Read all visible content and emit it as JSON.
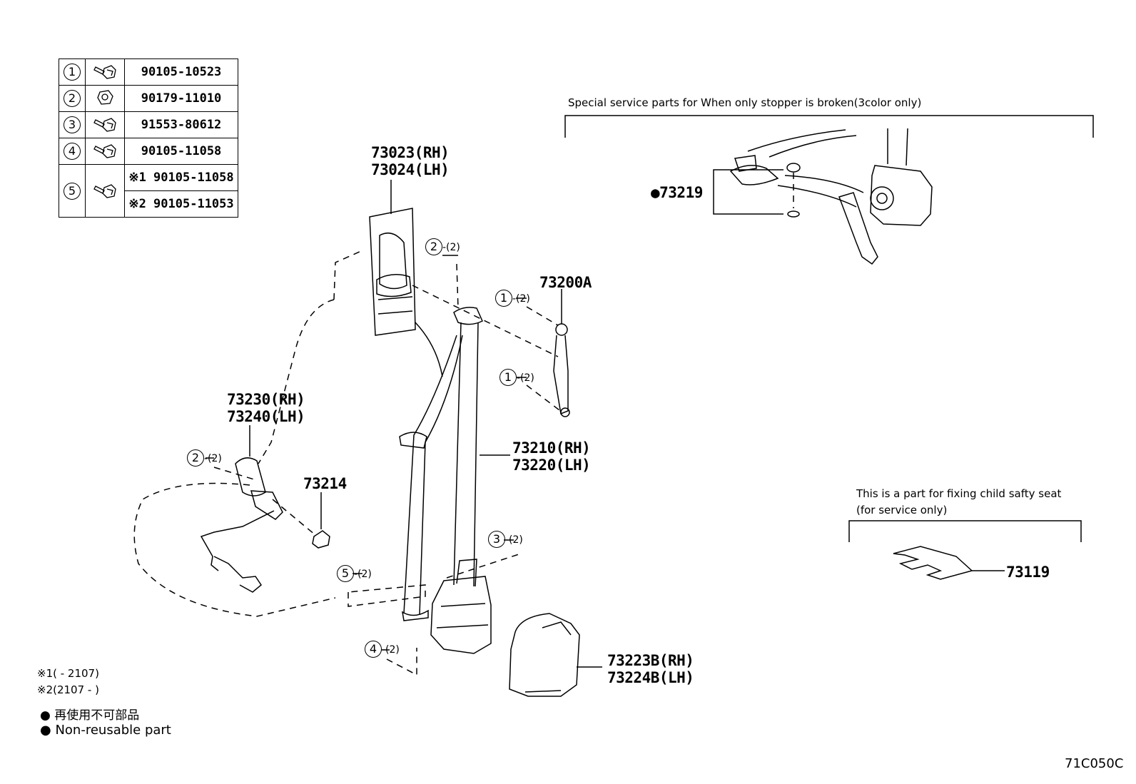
{
  "legend": {
    "rows": [
      {
        "num": "1",
        "part": "90105-10523"
      },
      {
        "num": "2",
        "part": "90179-11010"
      },
      {
        "num": "3",
        "part": "91553-80612"
      },
      {
        "num": "4",
        "part": "90105-11058"
      },
      {
        "num": "5",
        "part_a": "※1 90105-11058",
        "part_b": "※2 90105-11053"
      }
    ]
  },
  "parts": {
    "p73023": "73023(RH)",
    "p73024": "73024(LH)",
    "p73200a": "73200A",
    "p73230": "73230(RH)",
    "p73240": "73240(LH)",
    "p73214": "73214",
    "p73210": "73210(RH)",
    "p73220": "73220(LH)",
    "p73223b": "73223B(RH)",
    "p73224b": "73224B(LH)",
    "p73219": "●73219",
    "p73119": "73119"
  },
  "qty": {
    "q2_top": "2",
    "q2_top_count": "-(2)",
    "q1_a": "1",
    "q1_a_count": "-(2)",
    "q1_b": "1",
    "q1_b_count": "-(2)",
    "q2_left": "2",
    "q2_left_count": "-(2)",
    "q3": "3",
    "q3_count": "-(2)",
    "q5": "5",
    "q5_count": "-(2)",
    "q4": "4",
    "q4_count": "-(2)"
  },
  "notes": {
    "special_service": "Special service parts for When only stopper is broken(3color only)",
    "child_seat_line1": "This is a part for fixing child safty seat",
    "child_seat_line2": "(for service only)",
    "footnote1": "※1(    - 2107)",
    "footnote2": "※2(2107 -    )",
    "non_reusable_jp": "再使用不可部品",
    "non_reusable_en": "Non-reusable part",
    "diagram_code": "71C050C"
  }
}
